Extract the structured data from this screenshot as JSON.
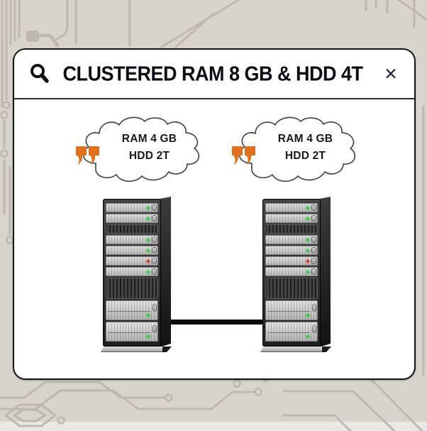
{
  "window": {
    "title": "CLUSTERED RAM 8 GB & HDD 4T",
    "close_glyph": "✕"
  },
  "icons": {
    "search": "magnifier",
    "close": "x-cross",
    "quote": "double-quote-orange"
  },
  "clouds": [
    {
      "line1": "RAM 4 GB",
      "line2": "HDD 2T"
    },
    {
      "line1": "RAM 4 GB",
      "line2": "HDD 2T"
    }
  ],
  "servers": [
    {
      "name": "server-1",
      "bays": [
        "slim:green",
        "slim:green",
        "vent",
        "slim:green",
        "slim:green",
        "slim:red",
        "slim:green",
        "vent-large",
        "large:green",
        "large:green"
      ]
    },
    {
      "name": "server-2",
      "bays": [
        "slim:green",
        "slim:green",
        "vent",
        "slim:green",
        "slim:green",
        "slim:red",
        "slim:green",
        "vent-large",
        "large:green",
        "large:green"
      ]
    }
  ],
  "colors": {
    "accent_orange": "#E2711D",
    "led_green": "#2ECC40",
    "led_red": "#E03131",
    "background": "#D7D3CD",
    "trace": "#BDB9B2",
    "card_border": "#141414",
    "link_line": "#0B0B0B"
  }
}
